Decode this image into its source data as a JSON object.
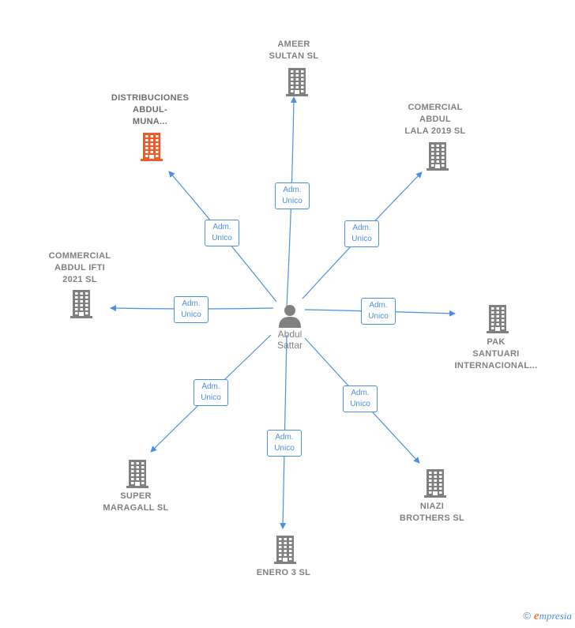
{
  "center": {
    "name": "Abdul\nSattar"
  },
  "role_label": "Adm.\nUnico",
  "colors": {
    "link": "#4a90e2",
    "building": "#808080",
    "building_highlight": "#f05a28"
  },
  "companies": [
    {
      "id": "ameer",
      "name": "AMEER\nSULTAN SL",
      "highlight": false
    },
    {
      "id": "comercial-abdul",
      "name": "COMERCIAL\nABDUL\nLALA 2019  SL",
      "highlight": false
    },
    {
      "id": "pak",
      "name": "PAK\nSANTUARI\nINTERNACIONAL...",
      "highlight": false
    },
    {
      "id": "niazi",
      "name": "NIAZI\nBROTHERS  SL",
      "highlight": false
    },
    {
      "id": "enero",
      "name": "ENERO 3 SL",
      "highlight": false
    },
    {
      "id": "super",
      "name": "SUPER\nMARAGALL SL",
      "highlight": false
    },
    {
      "id": "commercial-ifti",
      "name": "COMMERCIAL\nABDUL IFTI\n2021  SL",
      "highlight": false
    },
    {
      "id": "distribuciones",
      "name": "DISTRIBUCIONES\nABDUL-\nMUNA...",
      "highlight": true
    }
  ],
  "footer": {
    "copyright": "©",
    "brand_initial": "e",
    "brand_rest": "mpresia"
  }
}
